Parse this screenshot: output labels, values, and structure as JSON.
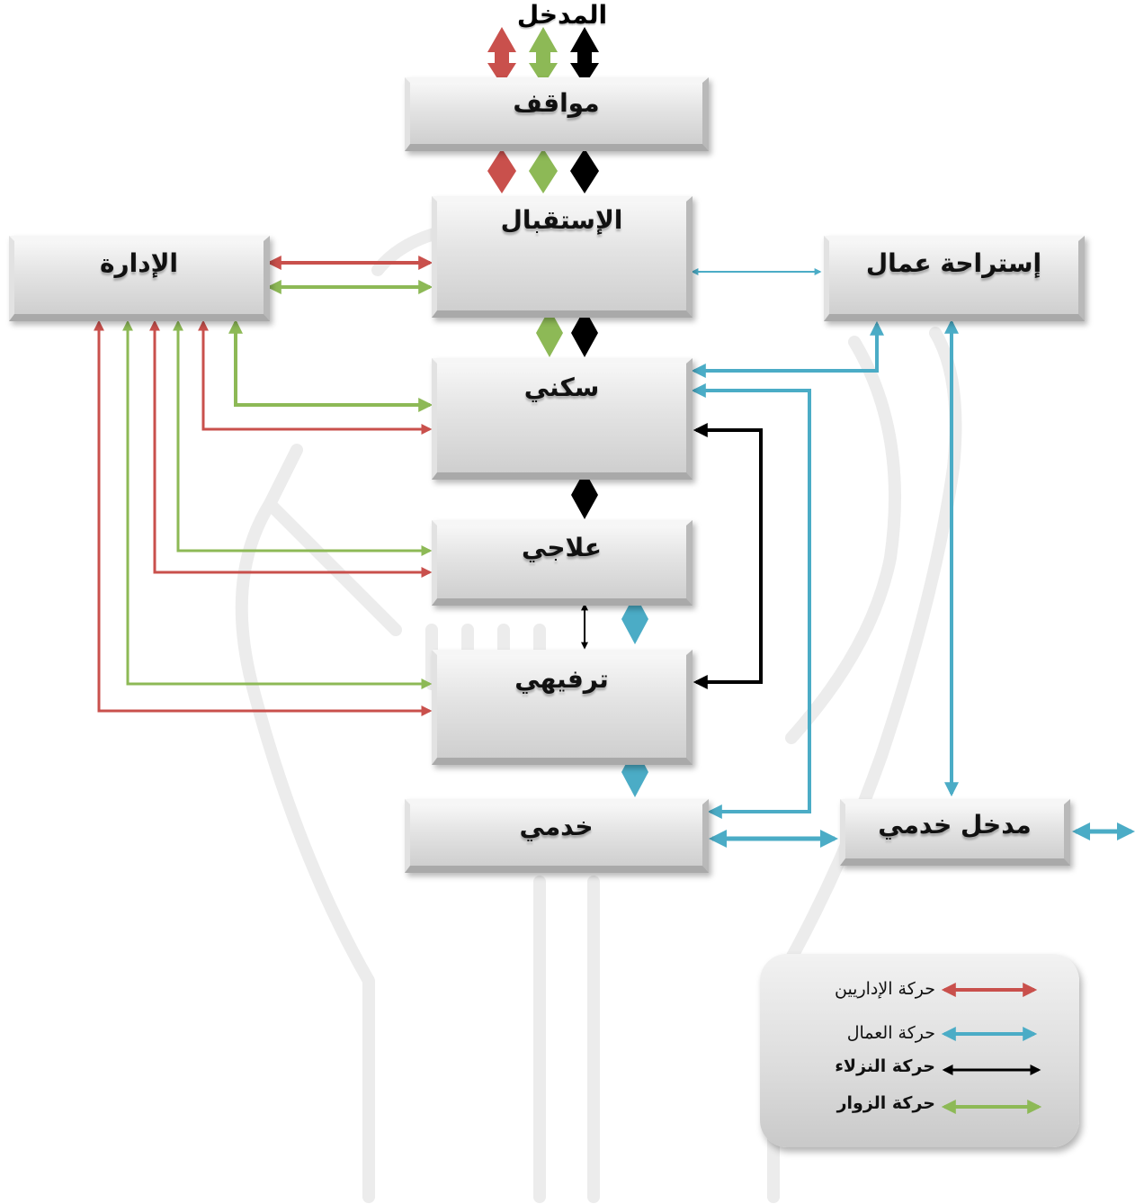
{
  "title": "المدخل",
  "boxes": {
    "parking": "مواقف",
    "reception": "الإستقبال",
    "administration": "الإدارة",
    "workers_rest": "إستراحة عمال",
    "residential": "سكني",
    "therapeutic": "علاجي",
    "recreational": "ترفيهي",
    "service": "خدمي",
    "service_entrance": "مدخل خدمي"
  },
  "legend": {
    "admins": "حركة الإداريين",
    "workers": "حركة العمال",
    "residents": "حركة النزلاء",
    "visitors": "حركة الزوار"
  },
  "colors": {
    "admins": "#c9504c",
    "workers": "#4bacc6",
    "residents": "#000000",
    "visitors": "#8db956"
  }
}
